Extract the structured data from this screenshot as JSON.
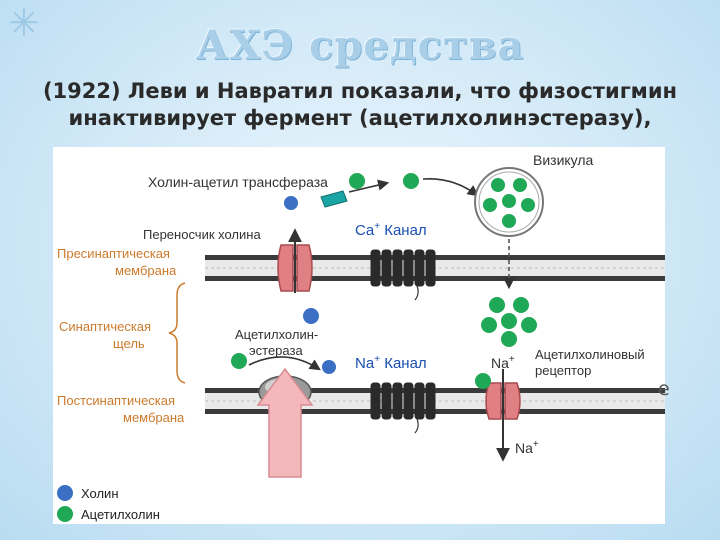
{
  "slide": {
    "title": "АХЭ средства",
    "subtitle": "(1922) Леви и Навратил показали, что физостигмин инактивирует фермент (ацетилхолинэстеразу),",
    "trailing_fragment": "е"
  },
  "diagram": {
    "labels": {
      "vesicle": "Визикула",
      "transferase": "Холин-ацетил трансфераза",
      "choline_transporter": "Переносчик холина",
      "ca_channel": "Ca",
      "ca_channel_suffix": "Канал",
      "presynaptic_l1": "Пресинаптическая",
      "presynaptic_l2": "мембрана",
      "synaptic_l1": "Синаптическая",
      "synaptic_l2": "щель",
      "esterase_l1": "Ацетилхолин-",
      "esterase_l2": "эстераза",
      "na_channel": "Na",
      "na_channel_suffix": "Канал",
      "na_ion_top": "Na",
      "na_ion_bottom": "Na",
      "receptor_l1": "Ацетилхолиновый",
      "receptor_l2": "рецептор",
      "postsynaptic_l1": "Постсинаптическая",
      "postsynaptic_l2": "мембрана"
    },
    "legend": [
      {
        "label": "Холин",
        "color": "#3a6fc4"
      },
      {
        "label": "Ацетилхолин",
        "color": "#1fa855"
      }
    ],
    "colors": {
      "choline": "#3a6fc4",
      "acetylcholine": "#1fa855",
      "membrane": "#3a3a3a",
      "channel": "#2a2a2a",
      "transporter": "#e07f84",
      "label_orange": "#cc7a2c",
      "arrow_pink": "#f4b8bc"
    }
  }
}
